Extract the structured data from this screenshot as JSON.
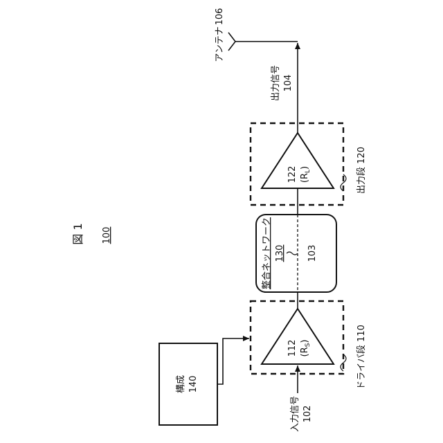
{
  "figure": {
    "title": "図 1",
    "number": "100"
  },
  "antenna": {
    "label": "アンテナ",
    "ref": "106"
  },
  "output_signal": {
    "label": "出力信号",
    "ref": "104"
  },
  "output_stage": {
    "label": "出力段",
    "ref": "120"
  },
  "output_amp": {
    "ref": "122",
    "param": "(R",
    "param_sub": "L",
    "param_close": ")"
  },
  "matching_network": {
    "label": "整合ネットワーク",
    "ref": "130",
    "signal_ref": "103"
  },
  "driver_stage": {
    "label": "ドライバ段",
    "ref": "110"
  },
  "driver_amp": {
    "ref": "112",
    "param": "(R",
    "param_sub": "S",
    "param_close": ")"
  },
  "config": {
    "label": "構成",
    "ref": "140"
  },
  "input_signal": {
    "label": "入力信号",
    "ref": "102"
  }
}
